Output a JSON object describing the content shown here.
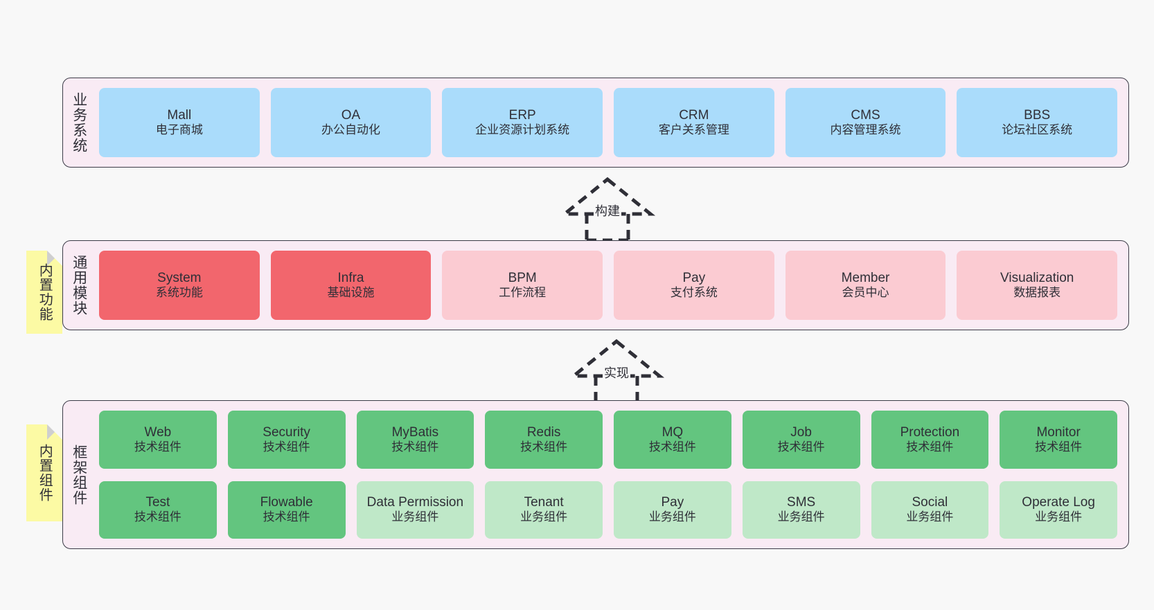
{
  "diagram": {
    "background_color": "#f8f8f8",
    "layer_fill": "#f9ebf4",
    "layer_border": "#3b3b47"
  },
  "layers": [
    {
      "id": "business-systems",
      "title": "业务系统",
      "sticky": null,
      "rows": [
        {
          "cards": [
            {
              "en": "Mall",
              "cn": "电子商城",
              "color": "#aadcfb",
              "style": "c-blue"
            },
            {
              "en": "OA",
              "cn": "办公自动化",
              "color": "#aadcfb",
              "style": "c-blue"
            },
            {
              "en": "ERP",
              "cn": "企业资源计划系统",
              "color": "#aadcfb",
              "style": "c-blue"
            },
            {
              "en": "CRM",
              "cn": "客户关系管理",
              "color": "#aadcfb",
              "style": "c-blue"
            },
            {
              "en": "CMS",
              "cn": "内容管理系统",
              "color": "#aadcfb",
              "style": "c-blue"
            },
            {
              "en": "BBS",
              "cn": "论坛社区系统",
              "color": "#aadcfb",
              "style": "c-blue"
            }
          ]
        }
      ]
    },
    {
      "id": "common-modules",
      "title": "通用模块",
      "sticky": "内置功能",
      "rows": [
        {
          "cards": [
            {
              "en": "System",
              "cn": "系统功能",
              "color": "#f2666d",
              "style": "c-red"
            },
            {
              "en": "Infra",
              "cn": "基础设施",
              "color": "#f2666d",
              "style": "c-red"
            },
            {
              "en": "BPM",
              "cn": "工作流程",
              "color": "#fbcbd2",
              "style": "c-pink"
            },
            {
              "en": "Pay",
              "cn": "支付系统",
              "color": "#fbcbd2",
              "style": "c-pink"
            },
            {
              "en": "Member",
              "cn": "会员中心",
              "color": "#fbcbd2",
              "style": "c-pink"
            },
            {
              "en": "Visualization",
              "cn": "数据报表",
              "color": "#fbcbd2",
              "style": "c-pink"
            }
          ]
        }
      ]
    },
    {
      "id": "framework-components",
      "title": "框架组件",
      "sticky": "内置组件",
      "rows": [
        {
          "cards": [
            {
              "en": "Web",
              "cn": "技术组件",
              "color": "#63c57f",
              "style": "c-green"
            },
            {
              "en": "Security",
              "cn": "技术组件",
              "color": "#63c57f",
              "style": "c-green"
            },
            {
              "en": "MyBatis",
              "cn": "技术组件",
              "color": "#63c57f",
              "style": "c-green"
            },
            {
              "en": "Redis",
              "cn": "技术组件",
              "color": "#63c57f",
              "style": "c-green"
            },
            {
              "en": "MQ",
              "cn": "技术组件",
              "color": "#63c57f",
              "style": "c-green"
            },
            {
              "en": "Job",
              "cn": "技术组件",
              "color": "#63c57f",
              "style": "c-green"
            },
            {
              "en": "Protection",
              "cn": "技术组件",
              "color": "#63c57f",
              "style": "c-green"
            },
            {
              "en": "Monitor",
              "cn": "技术组件",
              "color": "#63c57f",
              "style": "c-green"
            }
          ]
        },
        {
          "cards": [
            {
              "en": "Test",
              "cn": "技术组件",
              "color": "#63c57f",
              "style": "c-green"
            },
            {
              "en": "Flowable",
              "cn": "技术组件",
              "color": "#63c57f",
              "style": "c-green"
            },
            {
              "en": "Data Permission",
              "cn": "业务组件",
              "color": "#bfe8c8",
              "style": "c-greenlight"
            },
            {
              "en": "Tenant",
              "cn": "业务组件",
              "color": "#bfe8c8",
              "style": "c-greenlight"
            },
            {
              "en": "Pay",
              "cn": "业务组件",
              "color": "#bfe8c8",
              "style": "c-greenlight"
            },
            {
              "en": "SMS",
              "cn": "业务组件",
              "color": "#bfe8c8",
              "style": "c-greenlight"
            },
            {
              "en": "Social",
              "cn": "业务组件",
              "color": "#bfe8c8",
              "style": "c-greenlight"
            },
            {
              "en": "Operate Log",
              "cn": "业务组件",
              "color": "#bfe8c8",
              "style": "c-greenlight"
            }
          ]
        }
      ]
    }
  ],
  "connectors": [
    {
      "id": "build",
      "label": "构建",
      "from": "common-modules",
      "to": "business-systems"
    },
    {
      "id": "implement",
      "label": "实现",
      "from": "framework-components",
      "to": "common-modules"
    }
  ]
}
